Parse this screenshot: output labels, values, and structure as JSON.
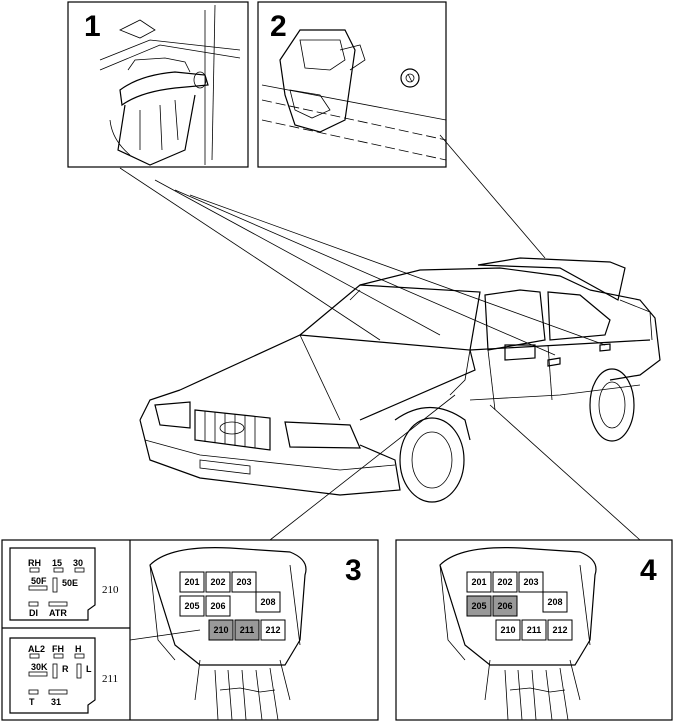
{
  "panels": {
    "p1": {
      "number": "1"
    },
    "p2": {
      "number": "2"
    },
    "p3": {
      "number": "3"
    },
    "p4": {
      "number": "4"
    }
  },
  "relay_210": {
    "number": "210",
    "pins": {
      "rh": "RH",
      "p15": "15",
      "p30": "30",
      "p50f": "50F",
      "p50e": "50E",
      "di": "DI",
      "atr": "ATR"
    }
  },
  "relay_211": {
    "number": "211",
    "pins": {
      "al2": "AL2",
      "fh": "FH",
      "h": "H",
      "p30k": "30K",
      "r": "R",
      "l": "L",
      "t": "T",
      "p31": "31"
    }
  },
  "fusebox_3": {
    "positions": [
      "201",
      "202",
      "203",
      "205",
      "206",
      "208",
      "210",
      "211",
      "212"
    ],
    "highlighted": [
      "210",
      "211"
    ],
    "highlight_color": "#999999"
  },
  "fusebox_4": {
    "positions": [
      "201",
      "202",
      "203",
      "205",
      "206",
      "208",
      "210",
      "211",
      "212"
    ],
    "highlighted": [
      "205",
      "206"
    ],
    "highlight_color": "#999999"
  }
}
